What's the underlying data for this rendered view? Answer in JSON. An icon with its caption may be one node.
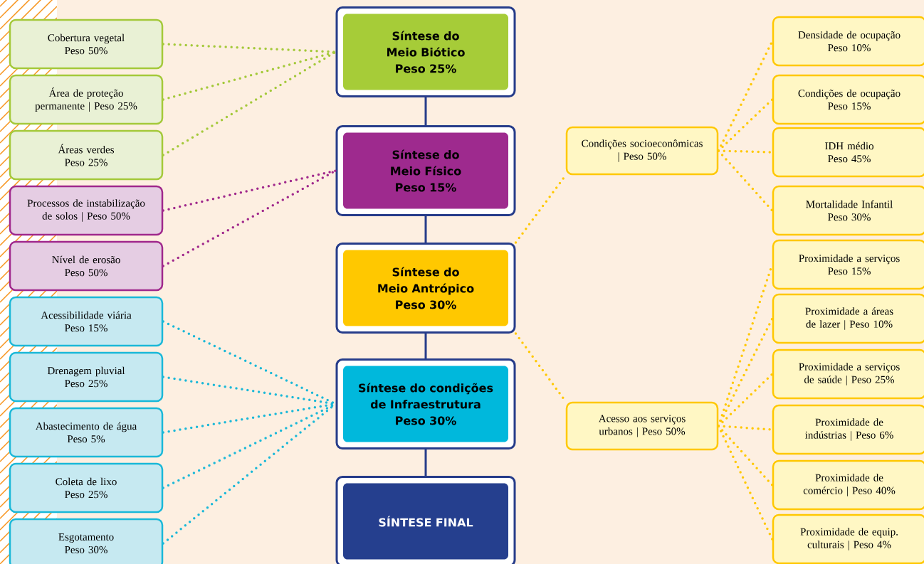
{
  "diagram": {
    "nodes": [
      {
        "text": [
          "Síntese do Meio Biótico",
          "Peso 25%"
        ]
      },
      {
        "text": [
          "Síntese do Meio Físico",
          "Peso 15%"
        ]
      },
      {
        "text": [
          "Síntese do Meio Antrópico",
          "Peso 30%"
        ]
      },
      {
        "text": [
          "Síntese do condições de Infraestrutura",
          "Peso 30%"
        ]
      },
      {
        "text": [
          "SÍNTESE FINAL"
        ]
      },
      {
        "text": [
          "Cobertura vegetal",
          "Peso 50%"
        ]
      },
      {
        "text": [
          "Área de proteção permanente | Peso 25%"
        ]
      },
      {
        "text": [
          "Áreas verdes",
          "Peso 25%"
        ]
      },
      {
        "text": [
          "Processos de instabilização de solos | Peso 50%"
        ]
      },
      {
        "text": [
          "Nível de erosão",
          "Peso 50%"
        ]
      },
      {
        "text": [
          "Acessibilidade viária",
          "Peso 15%"
        ]
      },
      {
        "text": [
          "Drenagem pluvial",
          "Peso 25%"
        ]
      },
      {
        "text": [
          "Abastecimento de água",
          "Peso 5%"
        ]
      },
      {
        "text": [
          "Coleta de lixo",
          "Peso 25%"
        ]
      },
      {
        "text": [
          "Esgotamento",
          "Peso 30%"
        ]
      },
      {
        "text": [
          "Condições socioeconômicas | Peso 50%"
        ]
      },
      {
        "text": [
          "Acesso aos serviços urbanos | Peso 50%"
        ]
      },
      {
        "text": [
          "Densidade de ocupação",
          "Peso 10%"
        ]
      },
      {
        "text": [
          "Condições de ocupação",
          "Peso 15%"
        ]
      },
      {
        "text": [
          "IDH médio",
          "Peso 45%"
        ]
      },
      {
        "text": [
          "Mortalidade Infantil",
          "Peso 30%"
        ]
      },
      {
        "text": [
          "Proximidade a serviços",
          "Peso 15%"
        ]
      },
      {
        "text": [
          "Proximidade a áreas de lazer | Peso 10%"
        ]
      },
      {
        "text": [
          "Proximidade a serviços de saúde | Peso 25%"
        ]
      },
      {
        "text": [
          "Proximidade de indústrias | Peso 6%"
        ]
      },
      {
        "text": [
          "Proximidade de comércio | Peso 40%"
        ]
      },
      {
        "text": [
          "Proximidade de equip. culturais | Peso 4%"
        ]
      }
    ],
    "edges": [
      {
        "from": 0,
        "to": 1,
        "arrow": "none",
        "color": "#263c8a"
      },
      {
        "from": 1,
        "to": 2,
        "arrow": "none",
        "color": "#263c8a"
      },
      {
        "from": 2,
        "to": 3,
        "arrow": "none",
        "color": "#263c8a"
      },
      {
        "from": 3,
        "to": 4,
        "arrow": "none",
        "color": "#263c8a"
      },
      {
        "from": 5,
        "to": 0,
        "arrow": "none",
        "style": "dashed",
        "color": "#a4c93a"
      },
      {
        "from": 6,
        "to": 0,
        "arrow": "none",
        "style": "dashed",
        "color": "#a4c93a"
      },
      {
        "from": 7,
        "to": 0,
        "arrow": "none",
        "style": "dashed",
        "color": "#a4c93a"
      },
      {
        "from": 8,
        "to": 1,
        "arrow": "none",
        "style": "dashed",
        "color": "#a0288c"
      },
      {
        "from": 9,
        "to": 1,
        "arrow": "none",
        "style": "dashed",
        "color": "#a0288c"
      },
      {
        "from": 10,
        "to": 3,
        "arrow": "none",
        "style": "dashed",
        "color": "#1ab8d8"
      },
      {
        "from": 11,
        "to": 3,
        "arrow": "none",
        "style": "dashed",
        "color": "#1ab8d8"
      },
      {
        "from": 12,
        "to": 3,
        "arrow": "none",
        "style": "dashed",
        "color": "#1ab8d8"
      },
      {
        "from": 13,
        "to": 3,
        "arrow": "none",
        "style": "dashed",
        "color": "#1ab8d8"
      },
      {
        "from": 14,
        "to": 3,
        "arrow": "none",
        "style": "dashed",
        "color": "#1ab8d8"
      },
      {
        "from": 2,
        "to": 15,
        "arrow": "none",
        "style": "dashed"
      },
      {
        "from": 2,
        "to": 16,
        "arrow": "none",
        "style": "dashed"
      },
      {
        "from": 15,
        "to": 17,
        "arrow": "none",
        "style": "dashed"
      },
      {
        "from": 15,
        "to": 18,
        "arrow": "none",
        "style": "dashed"
      },
      {
        "from": 15,
        "to": 19,
        "arrow": "none",
        "style": "dashed"
      },
      {
        "from": 15,
        "to": 20,
        "arrow": "none",
        "style": "dashed"
      },
      {
        "from": 16,
        "to": 21,
        "arrow": "none",
        "style": "dashed"
      },
      {
        "from": 16,
        "to": 22,
        "arrow": "none",
        "style": "dashed"
      },
      {
        "from": 16,
        "to": 23,
        "arrow": "none",
        "style": "dashed"
      },
      {
        "from": 16,
        "to": 24,
        "arrow": "none",
        "style": "dashed"
      },
      {
        "from": 16,
        "to": 25,
        "arrow": "none",
        "style": "dashed"
      },
      {
        "from": 16,
        "to": 26,
        "arrow": "none",
        "style": "dashed"
      }
    ]
  }
}
